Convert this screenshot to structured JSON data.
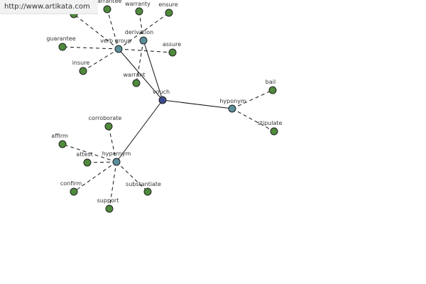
{
  "banner": {
    "url": "http://www.artikata.com"
  },
  "colors": {
    "center_node": "#3b4a8c",
    "category_node": "#5a8f9a",
    "leaf_node": "#4f8a3c"
  },
  "graph": {
    "center": "vouch",
    "categories": [
      "verb group",
      "derivation",
      "hyponym",
      "hypernym"
    ],
    "nodes": [
      {
        "id": "vouch",
        "label": "vouch",
        "kind": "center"
      },
      {
        "id": "verb_group",
        "label": "verb group",
        "kind": "category"
      },
      {
        "id": "derivation",
        "label": "derivation",
        "kind": "category"
      },
      {
        "id": "hyponym",
        "label": "hyponym",
        "kind": "category"
      },
      {
        "id": "hypernym",
        "label": "hypernym",
        "kind": "category"
      },
      {
        "id": "warrantee",
        "label": "warrantee",
        "kind": "leaf"
      },
      {
        "id": "warranty",
        "label": "warranty",
        "kind": "leaf"
      },
      {
        "id": "ensure",
        "label": "ensure",
        "kind": "leaf"
      },
      {
        "id": "guarantee",
        "label": "guarantee",
        "kind": "leaf"
      },
      {
        "id": "assure",
        "label": "assure",
        "kind": "leaf"
      },
      {
        "id": "insure",
        "label": "insure",
        "kind": "leaf"
      },
      {
        "id": "warrant",
        "label": "warrant",
        "kind": "leaf"
      },
      {
        "id": "bail",
        "label": "bail",
        "kind": "leaf"
      },
      {
        "id": "stipulate",
        "label": "stipulate",
        "kind": "leaf"
      },
      {
        "id": "corroborate",
        "label": "corroborate",
        "kind": "leaf"
      },
      {
        "id": "affirm",
        "label": "affirm",
        "kind": "leaf"
      },
      {
        "id": "attest",
        "label": "attest",
        "kind": "leaf"
      },
      {
        "id": "confirm",
        "label": "confirm",
        "kind": "leaf"
      },
      {
        "id": "substantiate",
        "label": "substantiate",
        "kind": "leaf"
      },
      {
        "id": "support",
        "label": "support",
        "kind": "leaf"
      },
      {
        "id": "hidden_leaf",
        "label": "",
        "kind": "leaf"
      }
    ],
    "edges": [
      {
        "from": "vouch",
        "to": "verb_group",
        "style": "solid"
      },
      {
        "from": "vouch",
        "to": "derivation",
        "style": "solid"
      },
      {
        "from": "vouch",
        "to": "hyponym",
        "style": "solid"
      },
      {
        "from": "vouch",
        "to": "hypernym",
        "style": "solid"
      },
      {
        "from": "verb_group",
        "to": "warrantee",
        "style": "dashed"
      },
      {
        "from": "verb_group",
        "to": "ensure",
        "style": "dashed"
      },
      {
        "from": "verb_group",
        "to": "guarantee",
        "style": "dashed"
      },
      {
        "from": "verb_group",
        "to": "assure",
        "style": "dashed"
      },
      {
        "from": "verb_group",
        "to": "insure",
        "style": "dashed"
      },
      {
        "from": "verb_group",
        "to": "hidden_leaf",
        "style": "dashed"
      },
      {
        "from": "derivation",
        "to": "warranty",
        "style": "dashed"
      },
      {
        "from": "derivation",
        "to": "warrant",
        "style": "dashed"
      },
      {
        "from": "hyponym",
        "to": "bail",
        "style": "dashed"
      },
      {
        "from": "hyponym",
        "to": "stipulate",
        "style": "dashed"
      },
      {
        "from": "hypernym",
        "to": "corroborate",
        "style": "dashed"
      },
      {
        "from": "hypernym",
        "to": "affirm",
        "style": "dashed"
      },
      {
        "from": "hypernym",
        "to": "attest",
        "style": "dashed"
      },
      {
        "from": "hypernym",
        "to": "confirm",
        "style": "dashed"
      },
      {
        "from": "hypernym",
        "to": "substantiate",
        "style": "dashed"
      },
      {
        "from": "hypernym",
        "to": "support",
        "style": "dashed"
      }
    ]
  }
}
